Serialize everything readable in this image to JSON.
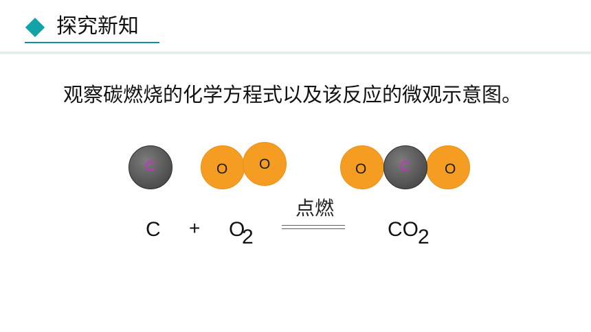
{
  "header": {
    "title": "探究新知",
    "accent_color": "#11a3a8"
  },
  "content": {
    "intro_text": "观察碳燃烧的化学方程式以及该反应的微观示意图。"
  },
  "molecules": {
    "carbon_atom_label": "C",
    "oxygen_atom_1_label": "O",
    "oxygen_atom_2_label": "O",
    "co2_left_label": "O",
    "co2_center_label": "C",
    "co2_right_label": "O",
    "carbon_color": "#595959",
    "oxygen_color": "#f59d23"
  },
  "equation": {
    "reactant_1": "C",
    "plus": "+",
    "reactant_2_base": "O",
    "reactant_2_sub": "2",
    "condition": "点燃",
    "product_base": "CO",
    "product_sub": "2"
  }
}
